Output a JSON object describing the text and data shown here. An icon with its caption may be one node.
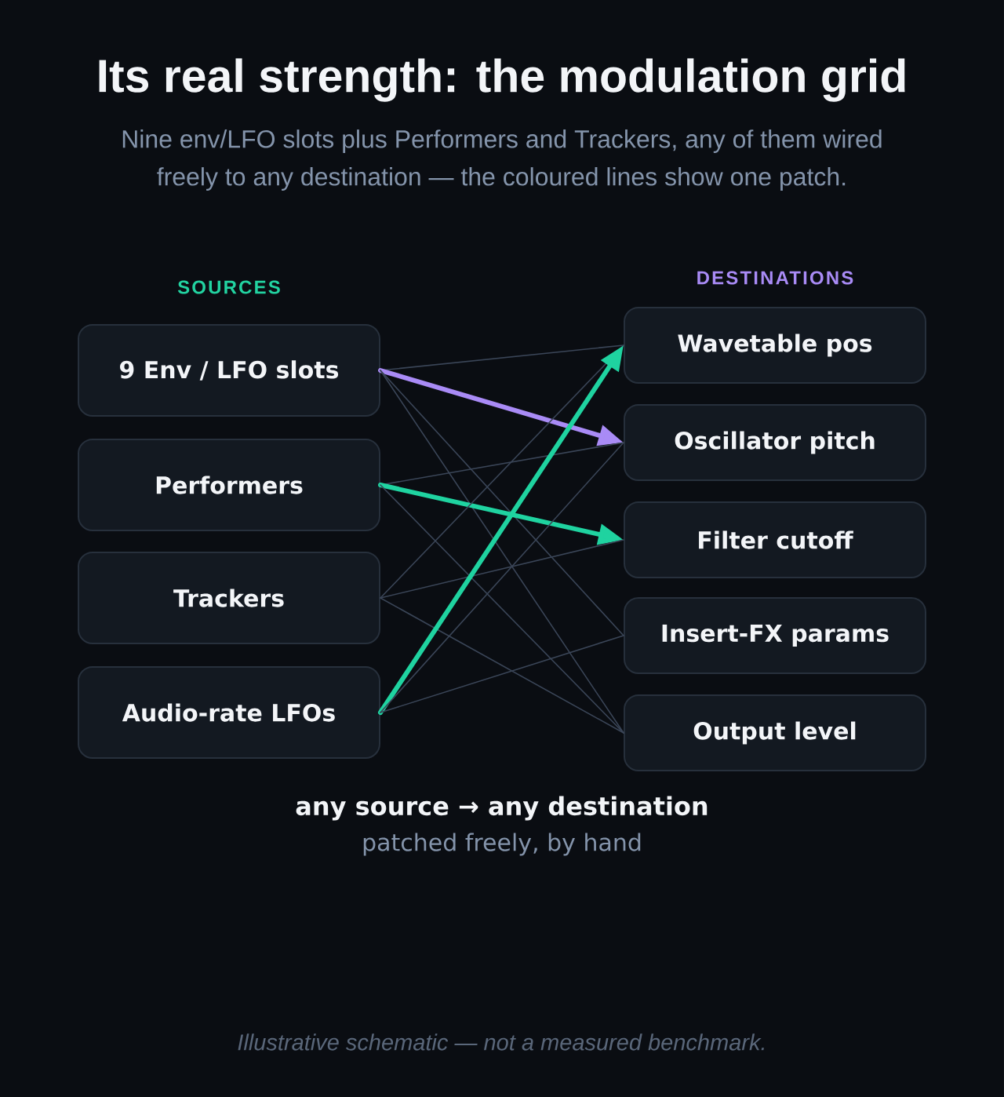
{
  "diagram": {
    "title": "Its real strength: the modulation grid",
    "caption": "Illustrative schematic — not a measured benchmark.",
    "nodes": [
      {
        "text": [
          "9 Env / LFO slots"
        ]
      },
      {
        "text": [
          "Performers"
        ]
      },
      {
        "text": [
          "Trackers"
        ]
      },
      {
        "text": [
          "Audio-rate LFOs"
        ]
      },
      {
        "text": [
          "Wavetable pos"
        ]
      },
      {
        "text": [
          "Oscillator pitch"
        ]
      },
      {
        "text": [
          "Filter cutoff"
        ]
      },
      {
        "text": [
          "Insert-FX params"
        ]
      },
      {
        "text": [
          "Output level"
        ]
      }
    ],
    "edges": [
      {
        "from": 0,
        "to": 4,
        "arrow": "none"
      },
      {
        "from": 0,
        "to": 5,
        "arrow": "to",
        "style": "thick",
        "color": "#a98bf6"
      },
      {
        "from": 0,
        "to": 7,
        "arrow": "none"
      },
      {
        "from": 0,
        "to": 8,
        "arrow": "none"
      },
      {
        "from": 1,
        "to": 5,
        "arrow": "none"
      },
      {
        "from": 1,
        "to": 6,
        "arrow": "to",
        "style": "thick",
        "color": "#1fd3a0"
      },
      {
        "from": 1,
        "to": 8,
        "arrow": "none"
      },
      {
        "from": 2,
        "to": 4,
        "arrow": "none"
      },
      {
        "from": 2,
        "to": 6,
        "arrow": "none"
      },
      {
        "from": 2,
        "to": 8,
        "arrow": "none"
      },
      {
        "from": 3,
        "to": 4,
        "arrow": "to",
        "style": "thick",
        "color": "#1fd3a0"
      },
      {
        "from": 3,
        "to": 5,
        "arrow": "none"
      },
      {
        "from": 3,
        "to": 7,
        "arrow": "none"
      }
    ],
    "labels": [
      "Nine env/LFO slots plus Performers and Trackers, any of them wired freely to any destination — the coloured lines show one patch.",
      "SOURCES",
      "DESTINATIONS",
      "any source → any destination",
      "patched freely, by hand"
    ]
  }
}
